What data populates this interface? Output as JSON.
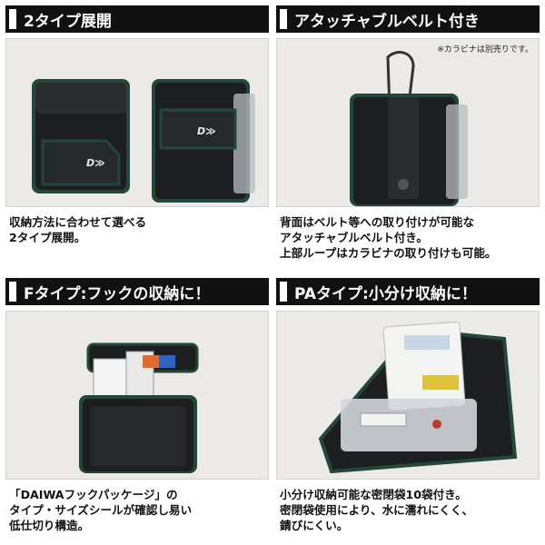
{
  "panels": [
    {
      "title": "2タイプ展開",
      "caption": [
        "収納方法に合わせて選べる",
        "2タイプ展開。"
      ]
    },
    {
      "title": "アタッチャブルベルト付き",
      "note": "※カラビナは別売りです。",
      "caption": [
        "背面はベルト等への取り付けが可能な",
        "アタッチャブルベルト付き。",
        "上部ループはカラビナの取り付けも可能。"
      ]
    },
    {
      "title": "Fタイプ:フックの収納に！",
      "caption": [
        "「DAIWAフックパッケージ」の",
        "タイプ・サイズシールが確認し易い",
        "低仕切り構造。"
      ]
    },
    {
      "title": "PAタイプ:小分け収納に！",
      "caption": [
        "小分け収納可能な密閉袋10袋付き。",
        "密閉袋使用により、水に濡れにくく、",
        "錆びにくい。"
      ]
    }
  ],
  "colors": {
    "header_bg": "#111111",
    "pouch_body": "#1c1e1f",
    "pouch_trim": "#24473c"
  },
  "icons": [
    "daiwa-logo-icon",
    "carabiner-icon"
  ]
}
